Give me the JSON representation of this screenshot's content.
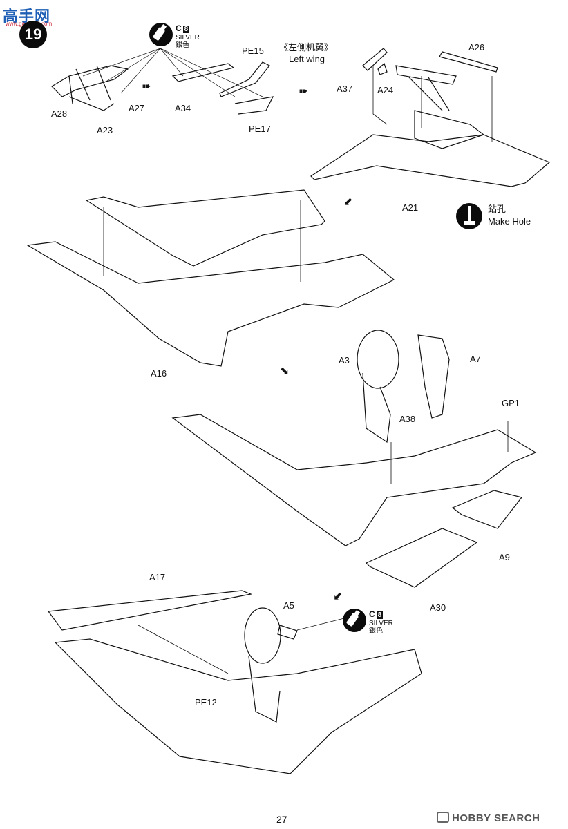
{
  "watermark": {
    "text": "高手网",
    "sub": "www.gaoshou.com"
  },
  "step": {
    "number": "19"
  },
  "paint": {
    "code_letter": "C",
    "code_number": "8",
    "name_en": "SILVER",
    "name_cn": "銀色"
  },
  "left_wing": {
    "cn": "《左側机翼》",
    "en": "Left wing"
  },
  "drill": {
    "cn": "鉆孔",
    "en": "Make Hole"
  },
  "parts": {
    "A28": "A28",
    "A27": "A27",
    "A23": "A23",
    "A34": "A34",
    "PE15": "PE15",
    "PE17": "PE17",
    "A37": "A37",
    "A24": "A24",
    "A26": "A26",
    "A21": "A21",
    "A16": "A16",
    "A3": "A3",
    "A7": "A7",
    "GP1": "GP1",
    "A38": "A38",
    "A9": "A9",
    "A30": "A30",
    "A17": "A17",
    "A5": "A5",
    "PE12": "PE12"
  },
  "footer": {
    "page_number": "27",
    "brand": "HOBBY SEARCH"
  }
}
